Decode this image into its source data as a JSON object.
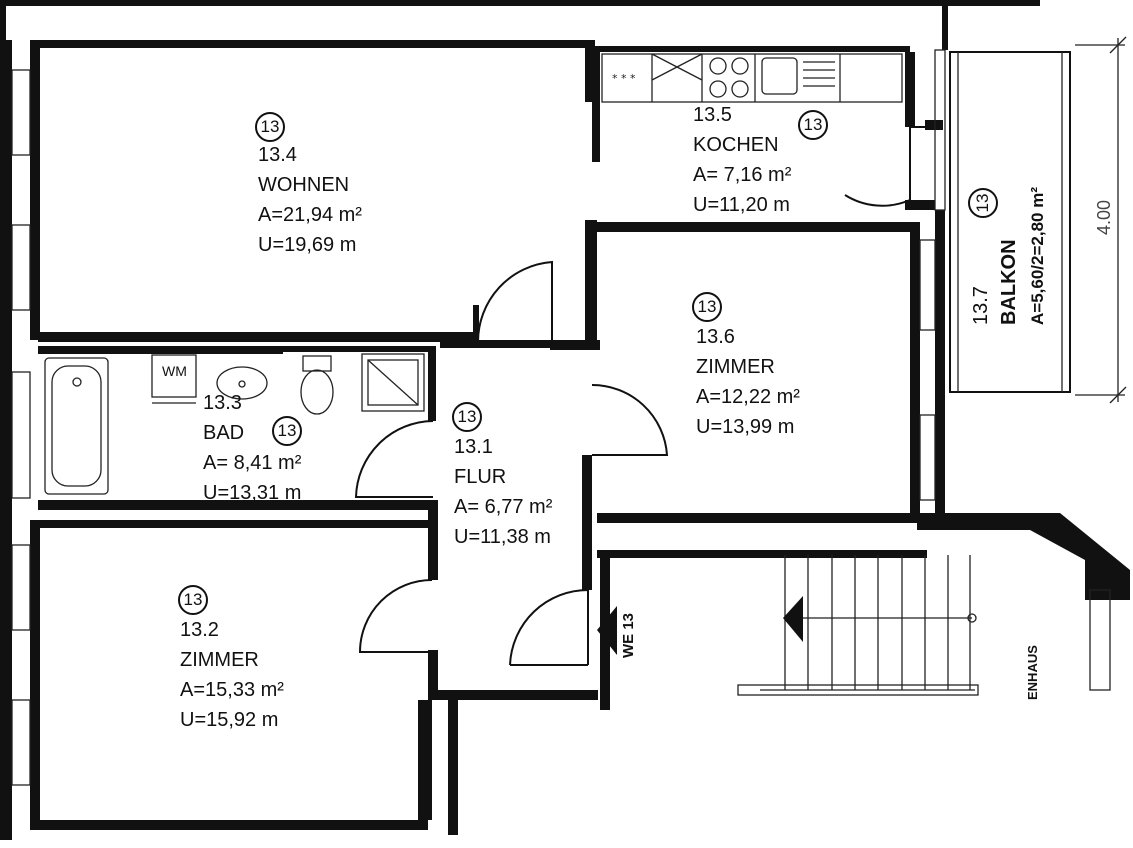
{
  "apartment": {
    "unit_label": "WE 13"
  },
  "rooms": [
    {
      "id": "wohnen",
      "unit": "13",
      "number": "13.4",
      "name": "WOHNEN",
      "area": "A=21,94 m²",
      "perimeter": "U=19,69 m"
    },
    {
      "id": "kochen",
      "unit": "13",
      "number": "13.5",
      "name": "KOCHEN",
      "area": "A=  7,16 m²",
      "perimeter": "U=11,20 m"
    },
    {
      "id": "zimmer-6",
      "unit": "13",
      "number": "13.6",
      "name": "ZIMMER",
      "area": "A=12,22 m²",
      "perimeter": "U=13,99 m"
    },
    {
      "id": "bad",
      "unit": "13",
      "number": "13.3",
      "name": "BAD",
      "area": "A= 8,41 m²",
      "perimeter": "U=13,31 m"
    },
    {
      "id": "flur",
      "unit": "13",
      "number": "13.1",
      "name": "FLUR",
      "area": "A=  6,77 m²",
      "perimeter": "U=11,38 m"
    },
    {
      "id": "zimmer-2",
      "unit": "13",
      "number": "13.2",
      "name": "ZIMMER",
      "area": "A=15,33 m²",
      "perimeter": "U=15,92 m"
    }
  ],
  "balcony": {
    "unit": "13",
    "number": "13.7",
    "name": "BALKON",
    "area": "A=5,60/2=2,80 m²",
    "dimension": "4.00"
  },
  "fixtures": {
    "washer_label": "WM"
  },
  "stairwell": {
    "label": "ENHAUS"
  }
}
